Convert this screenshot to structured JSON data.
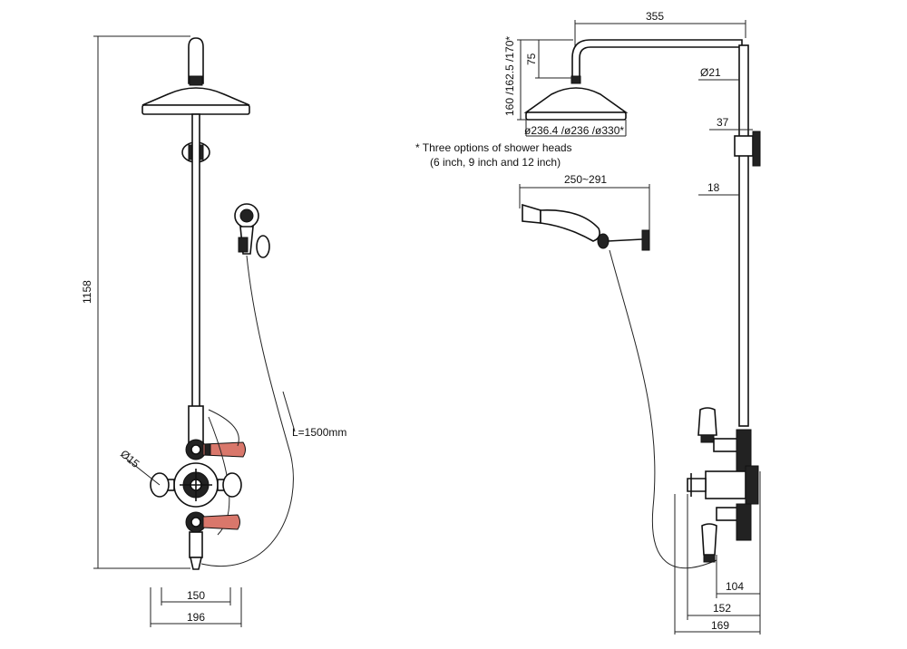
{
  "front_view": {
    "height_label": "1158",
    "inlet_label": "Ø15",
    "hose_label": "L=1500mm",
    "width_inner_label": "150",
    "width_outer_label": "196"
  },
  "side_view": {
    "arm_length_label": "355",
    "head_height_label": "160 /162.5 /170*",
    "rose_drop_label": "75",
    "riser_dia_label": "Ø21",
    "head_dia_label": "ø236.4 /ø236 /ø330*",
    "bracket_label": "37",
    "rail_label": "18",
    "handset_label": "250~291",
    "depth_104_label": "104",
    "depth_152_label": "152",
    "depth_169_label": "169"
  },
  "notes": {
    "line1": "* Three options of shower heads",
    "line2": "(6 inch, 9 inch and 12 inch)"
  }
}
